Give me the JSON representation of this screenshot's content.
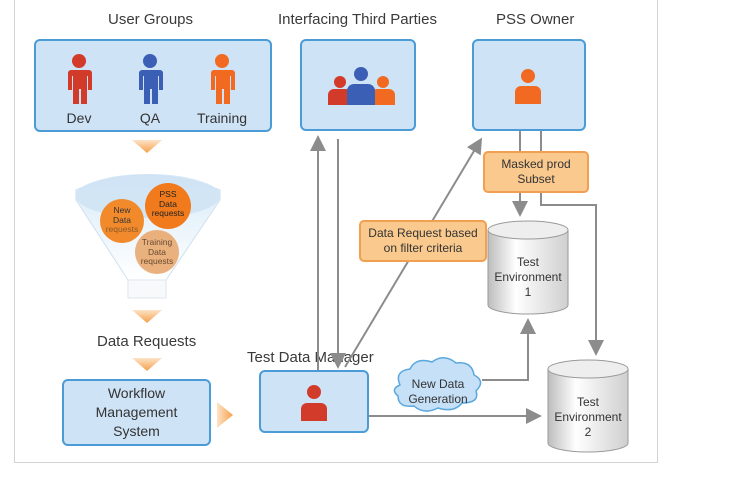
{
  "headings": {
    "user_groups": "User Groups",
    "third_parties": "Interfacing Third Parties",
    "pss_owner": "PSS Owner",
    "data_requests": "Data Requests",
    "test_data_manager": "Test Data Manager"
  },
  "user_groups": [
    "Dev",
    "QA",
    "Training"
  ],
  "funnel_circles": {
    "new": [
      "New",
      "Data",
      "requests"
    ],
    "pss": [
      "PSS",
      "Data",
      "requests"
    ],
    "training": [
      "Training",
      "Data",
      "requests"
    ]
  },
  "workflow": [
    "Workflow",
    "Management",
    "System"
  ],
  "tags": {
    "masked": [
      "Masked prod",
      "Subset"
    ],
    "filter": [
      "Data Request based",
      "on filter criteria"
    ]
  },
  "cloud": [
    "New Data",
    "Generation"
  ],
  "env1": [
    "Test",
    "Environment",
    "1"
  ],
  "env2": [
    "Test",
    "Environment",
    "2"
  ],
  "colors": {
    "box_fill": "#cfe3f6",
    "box_border": "#4a9bd6",
    "dev_red": "#d23a2a",
    "qa_blue": "#3b5fb5",
    "training_orange": "#f26a22",
    "tag_fill": "#f9c98e",
    "arrow_gray": "#8c8c8c"
  }
}
